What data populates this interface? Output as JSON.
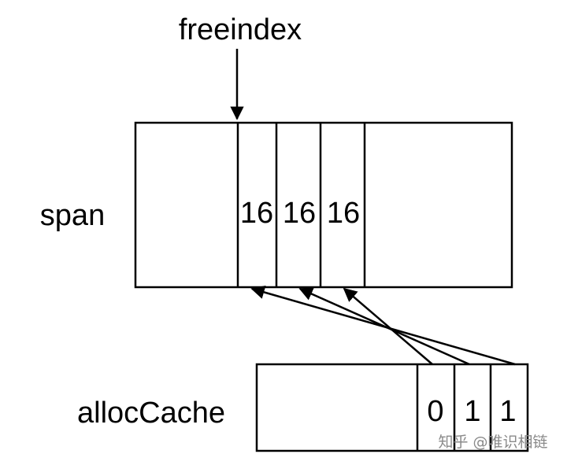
{
  "labels": {
    "freeindex": "freeindex",
    "span": "span",
    "alloc_cache": "allocCache"
  },
  "span_cells": [
    "16",
    "16",
    "16"
  ],
  "alloc_cache_bits": [
    "0",
    "1",
    "1"
  ],
  "watermark": "知乎 @唯识相链",
  "colors": {
    "stroke": "#000000",
    "watermark": "#8a8a8a"
  }
}
